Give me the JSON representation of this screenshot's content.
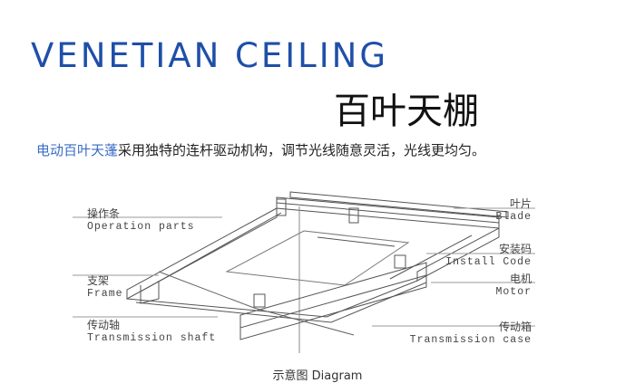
{
  "title_en": "VENETIAN CEILING",
  "title_zh": "百叶天棚",
  "description": {
    "highlight": "电动百叶天蓬",
    "text": "采用独特的连杆驱动机构，调节光线随意灵活，光线更均匀。"
  },
  "labels": {
    "operation_parts": {
      "zh": "操作条",
      "en": "Operation parts"
    },
    "frame": {
      "zh": "支架",
      "en": "Frame"
    },
    "transmission_shaft": {
      "zh": "传动轴",
      "en": "Transmission shaft"
    },
    "blade": {
      "zh": "叶片",
      "en": "Blade"
    },
    "install_code": {
      "zh": "安装码",
      "en": "Install Code"
    },
    "motor": {
      "zh": "电机",
      "en": "Motor"
    },
    "transmission_case": {
      "zh": "传动箱",
      "en": "Transmission case"
    }
  },
  "caption": "示意图 Diagram"
}
